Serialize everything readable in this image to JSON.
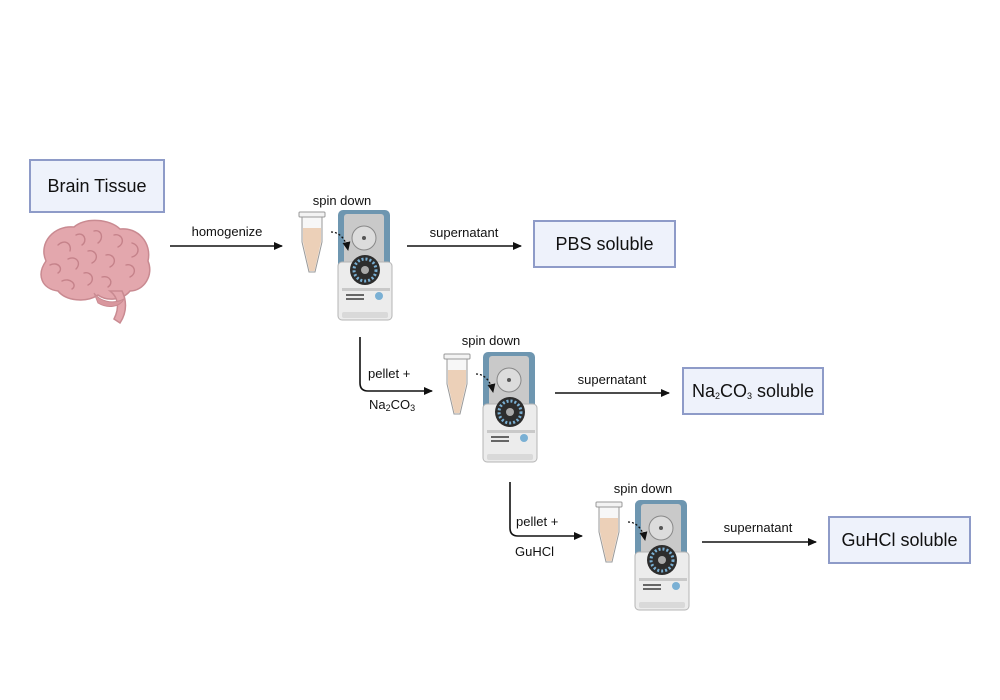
{
  "source": {
    "label": "Brain Tissue"
  },
  "steps": {
    "homogenize": "homogenize",
    "spin_down_1": "spin down",
    "spin_down_2": "spin down",
    "spin_down_3": "spin down",
    "supernatant_1": "supernatant",
    "supernatant_2": "supernatant",
    "supernatant_3": "supernatant",
    "pellet_1": "pellet +",
    "pellet_2": "pellet +",
    "reagent_2": "GuHCl"
  },
  "fractions": {
    "pbs": "PBS soluble",
    "gu": "GuHCl soluble",
    "na_suffix": " soluble"
  },
  "chem": {
    "na": "Na",
    "na_sub": "2",
    "co": "CO",
    "co_sub": "3"
  },
  "colors": {
    "box_fill": "#eef2fb",
    "box_border": "#8e9bc8",
    "brain": "#e3a7ad",
    "centrifuge_lid": "#6e96b0"
  }
}
